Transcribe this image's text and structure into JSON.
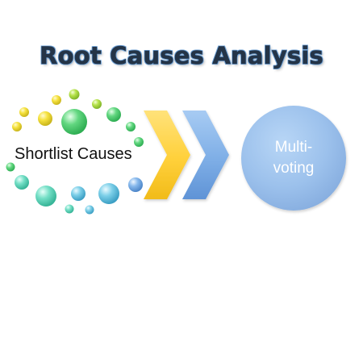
{
  "title": "Root Causes Analysis",
  "steps": [
    {
      "label": "Shortlist Causes"
    },
    {
      "label_line1": "Multi-",
      "label_line2": "voting"
    }
  ],
  "colors": {
    "arrow_1": "#ffd24a",
    "arrow_2": "#7eaee6",
    "circle": "#9ec3ee",
    "dot_yellow": "#f6df3c",
    "dot_green": "#5fd67c",
    "dot_teal": "#6fdcc6",
    "dot_blue": "#74c2e8"
  },
  "icons": [
    "bubble-ring",
    "chevron-arrow",
    "chevron-arrow",
    "circle"
  ]
}
